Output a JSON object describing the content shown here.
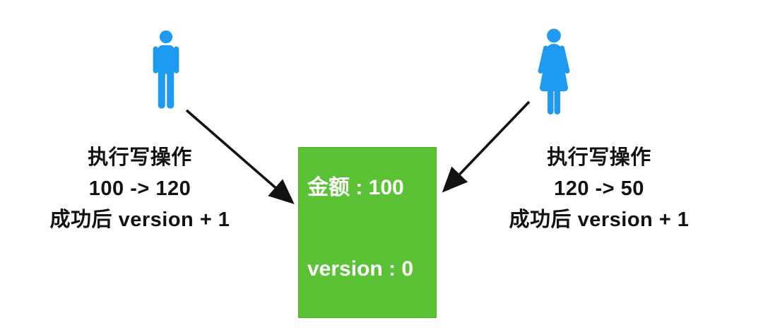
{
  "diagram": {
    "left_actor": {
      "icon": "man-icon",
      "note_lines": {
        "line1": "执行写操作",
        "line2": "100 -> 120",
        "line3": "成功后 version + 1"
      }
    },
    "right_actor": {
      "icon": "woman-icon",
      "note_lines": {
        "line1": "执行写操作",
        "line2": "120 -> 50",
        "line3": "成功后 version + 1"
      }
    },
    "data_box": {
      "amount_line": "金额 : 100",
      "version_line": "version : 0",
      "background_color": "#5bc236",
      "text_color": "#ffffff"
    },
    "colors": {
      "person_blue": "#1e9bf0",
      "arrow_and_text": "#121212",
      "background": "#ffffff"
    }
  }
}
